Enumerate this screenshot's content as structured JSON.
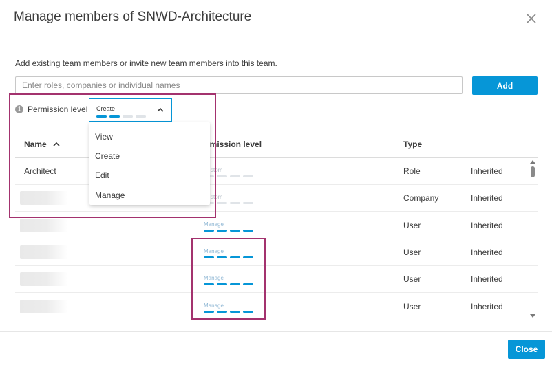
{
  "dialog": {
    "title": "Manage members of SNWD-Architecture",
    "description": "Add existing team members or invite new team members into this team.",
    "close_icon": "close-icon"
  },
  "search": {
    "placeholder": "Enter roles, companies or individual names",
    "value": ""
  },
  "add_button": "Add",
  "permission": {
    "label": "Permission level",
    "info_icon": "info-icon",
    "selected": "Create",
    "selected_level": 2,
    "max_level": 4,
    "options": [
      "View",
      "Create",
      "Edit",
      "Manage"
    ]
  },
  "table": {
    "headers": {
      "name": "Name",
      "permission": "rmission level",
      "type": "Type"
    },
    "sort_icon": "sort-ascending-icon",
    "rows": [
      {
        "name": "Architect",
        "level_label": "stom",
        "level": 0,
        "type": "Role",
        "inherited": "Inherited"
      },
      {
        "name": "",
        "level_label": "stom",
        "level": 0,
        "type": "Company",
        "inherited": "Inherited"
      },
      {
        "name": "",
        "level_label": "Manage",
        "level": 4,
        "type": "User",
        "inherited": "Inherited"
      },
      {
        "name": "",
        "level_label": "Manage",
        "level": 4,
        "type": "User",
        "inherited": "Inherited"
      },
      {
        "name": "",
        "level_label": "Manage",
        "level": 4,
        "type": "User",
        "inherited": "Inherited"
      },
      {
        "name": "",
        "level_label": "Manage",
        "level": 4,
        "type": "User",
        "inherited": "Inherited"
      }
    ]
  },
  "footer": {
    "close_button": "Close"
  },
  "colors": {
    "accent": "#0696d7",
    "highlight": "#a3326e"
  }
}
